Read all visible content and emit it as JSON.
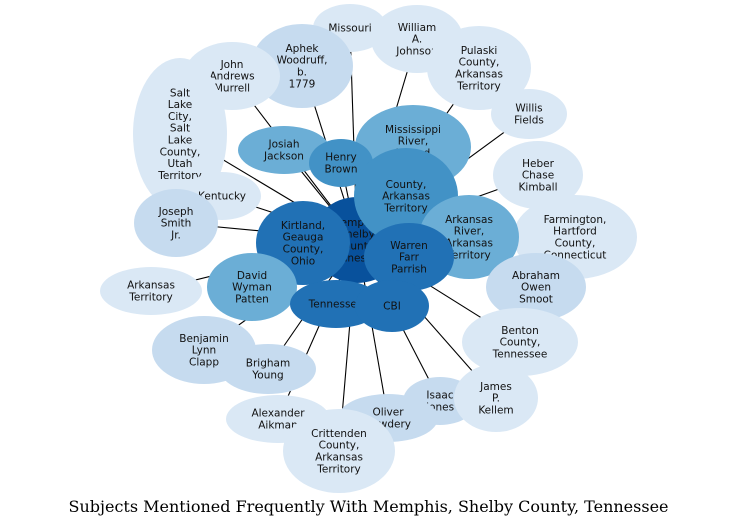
{
  "caption": "Subjects Mentioned Frequently With Memphis, Shelby County, Tennessee",
  "palette": {
    "edge": "#000000",
    "lightest": "#dae8f5",
    "light": "#c6dbef",
    "mid_light": "#9ecae1",
    "mid": "#6baed6",
    "mid_dark": "#4292c6",
    "dark": "#2171b5",
    "darkest": "#08519c"
  },
  "center": {
    "label_lines": [
      "Memphis,",
      "Shelby",
      "County,",
      "Tennessee"
    ],
    "shade": "darkest"
  },
  "nodes": [
    {
      "id": "missouri",
      "label_lines": [
        "Missouri"
      ],
      "shade": "lightest"
    },
    {
      "id": "william-johnson",
      "label_lines": [
        "William",
        "A.",
        "Johnson"
      ],
      "shade": "lightest"
    },
    {
      "id": "aphek-woodruff",
      "label_lines": [
        "Aphek",
        "Woodruff,",
        "b.",
        "1779"
      ],
      "shade": "light"
    },
    {
      "id": "pulaski-county",
      "label_lines": [
        "Pulaski",
        "County,",
        "Arkansas",
        "Territory"
      ],
      "shade": "lightest"
    },
    {
      "id": "john-murrell",
      "label_lines": [
        "John",
        "Andrews",
        "Murrell"
      ],
      "shade": "lightest"
    },
    {
      "id": "willis-fields",
      "label_lines": [
        "Willis",
        "Fields"
      ],
      "shade": "lightest"
    },
    {
      "id": "salt-lake-city",
      "label_lines": [
        "Salt",
        "Lake",
        "City,",
        "Salt",
        "Lake",
        "County,",
        "Utah",
        "Territory"
      ],
      "shade": "lightest"
    },
    {
      "id": "mississippi-river",
      "label_lines": [
        "Mississippi",
        "River,",
        "United",
        "States"
      ],
      "shade": "mid"
    },
    {
      "id": "josiah-jackson",
      "label_lines": [
        "Josiah",
        "Jackson"
      ],
      "shade": "mid"
    },
    {
      "id": "henry-brown",
      "label_lines": [
        "Henry",
        "Brown"
      ],
      "shade": "mid_dark"
    },
    {
      "id": "heber-kimball",
      "label_lines": [
        "Heber",
        "Chase",
        "Kimball"
      ],
      "shade": "lightest"
    },
    {
      "id": "kentucky",
      "label_lines": [
        "Kentucky"
      ],
      "shade": "lightest"
    },
    {
      "id": "county-arkansas-territory",
      "label_lines": [
        "County,",
        "Arkansas",
        "Territory"
      ],
      "shade": "mid_dark"
    },
    {
      "id": "joseph-smith",
      "label_lines": [
        "Joseph",
        "Smith",
        "Jr."
      ],
      "shade": "light"
    },
    {
      "id": "farmington",
      "label_lines": [
        "Farmington,",
        "Hartford",
        "County,",
        "Connecticut"
      ],
      "shade": "lightest"
    },
    {
      "id": "arkansas-river",
      "label_lines": [
        "Arkansas",
        "River,",
        "Arkansas",
        "Territory"
      ],
      "shade": "mid"
    },
    {
      "id": "kirtland",
      "label_lines": [
        "Kirtland,",
        "Geauga",
        "County,",
        "Ohio"
      ],
      "shade": "dark"
    },
    {
      "id": "warren-parrish",
      "label_lines": [
        "Warren",
        "Farr",
        "Parrish"
      ],
      "shade": "dark"
    },
    {
      "id": "abraham-smoot",
      "label_lines": [
        "Abraham",
        "Owen",
        "Smoot"
      ],
      "shade": "light"
    },
    {
      "id": "arkansas-territory",
      "label_lines": [
        "Arkansas",
        "Territory"
      ],
      "shade": "lightest"
    },
    {
      "id": "david-patten",
      "label_lines": [
        "David",
        "Wyman",
        "Patten"
      ],
      "shade": "mid"
    },
    {
      "id": "tennessee",
      "label_lines": [
        "Tennessee"
      ],
      "shade": "dark"
    },
    {
      "id": "cbi",
      "label_lines": [
        "CBI"
      ],
      "shade": "dark"
    },
    {
      "id": "benton-county",
      "label_lines": [
        "Benton",
        "County,",
        "Tennessee"
      ],
      "shade": "lightest"
    },
    {
      "id": "benjamin-clapp",
      "label_lines": [
        "Benjamin",
        "Lynn",
        "Clapp"
      ],
      "shade": "light"
    },
    {
      "id": "brigham-young",
      "label_lines": [
        "Brigham",
        "Young"
      ],
      "shade": "light"
    },
    {
      "id": "isaac-jones",
      "label_lines": [
        "Isaac",
        "Jones"
      ],
      "shade": "light"
    },
    {
      "id": "james-kellem",
      "label_lines": [
        "James",
        "P.",
        "Kellem"
      ],
      "shade": "lightest"
    },
    {
      "id": "alexander-aikman",
      "label_lines": [
        "Alexander",
        "Aikman"
      ],
      "shade": "lightest"
    },
    {
      "id": "oliver-cowdery",
      "label_lines": [
        "Oliver",
        "Cowdery"
      ],
      "shade": "light"
    },
    {
      "id": "crittenden-county",
      "label_lines": [
        "Crittenden",
        "County,",
        "Arkansas",
        "Territory"
      ],
      "shade": "lightest"
    }
  ]
}
